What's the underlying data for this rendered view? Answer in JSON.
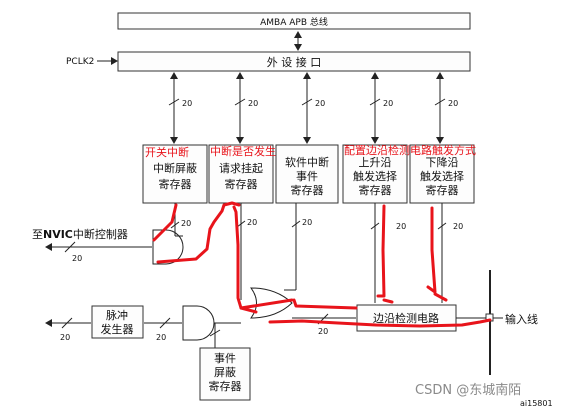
{
  "bus": {
    "label": "AMBA APB 总线"
  },
  "pclk": {
    "label": "PCLK2"
  },
  "peripheral_interface": {
    "label": "外 设 接 口"
  },
  "bus_width": "20",
  "registers": {
    "int_mask": {
      "line1": "中断屏蔽",
      "line2": "寄存器"
    },
    "pending": {
      "line1": "请求挂起",
      "line2": "寄存器"
    },
    "swint": {
      "line1": "软件中断",
      "line2": "事件",
      "line3": "寄存器"
    },
    "rising": {
      "line1": "上升沿",
      "line2": "触发选择",
      "line3": "寄存器"
    },
    "falling": {
      "line1": "下降沿",
      "line2": "触发选择",
      "line3": "寄存器"
    },
    "event_mask": {
      "line1": "事件",
      "line2": "屏蔽",
      "line3": "寄存器"
    }
  },
  "pulse_gen": {
    "line1": "脉冲",
    "line2": "发生器"
  },
  "edge_detect": {
    "label": "边沿检测电路"
  },
  "input_line": {
    "label": "输入线"
  },
  "nvic": {
    "label_bold": "NVIC",
    "label_pre": "至",
    "label_post": "中断控制器"
  },
  "annotations": {
    "int_switch": "开关中断",
    "int_occurred": "中断是否发生",
    "edge_config": "配置边沿检测电路触发方式"
  },
  "watermark": "CSDN @东城南陌",
  "figure_id": "ai15801",
  "colors": {
    "annotation_red": "#e8141b",
    "line": "#222222"
  }
}
